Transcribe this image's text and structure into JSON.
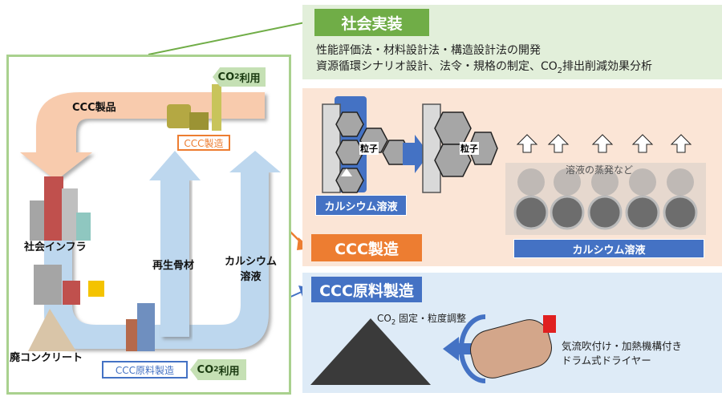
{
  "social_implementation": {
    "title": "社会実装",
    "line1": "性能評価法・材料設計法・構造設計法の開発",
    "line2_prefix": "資源循環シナリオ設計、法令・規格の制定、CO",
    "line2_sub": "2",
    "line2_suffix": "排出削減効果分析",
    "color": "#70ad47"
  },
  "cycle": {
    "ccc_product_label": "CCC製品",
    "social_infra_label": "社会インフラ",
    "waste_concrete_label": "廃コンクリート",
    "recycled_aggregate_label": "再生骨材",
    "calcium_solution_label_line1": "カルシウム",
    "calcium_solution_label_line2": "溶液",
    "ccc_manufacture_tag": "CCC製造",
    "ccc_raw_manufacture_tag": "CCC原料製造",
    "co2_use_top_prefix": "CO",
    "co2_use_top_sub": "2",
    "co2_use_top_suffix": "利用",
    "co2_use_bottom_prefix": "CO",
    "co2_use_bottom_sub": "2",
    "co2_use_bottom_suffix": "利用"
  },
  "ccc_manufacture": {
    "title": "CCC製造",
    "particle_label_1": "粒子",
    "particle_label_2": "粒子",
    "calcium_solution_left": "カルシウム溶液",
    "calcium_solution_right": "カルシウム溶液",
    "evaporation_label": "溶液の蒸発など",
    "color": "#ed7d31"
  },
  "ccc_raw_manufacture": {
    "title": "CCC原料製造",
    "process_prefix": "CO",
    "process_sub": "2",
    "process_suffix": " 固定・粒度調整",
    "dryer_line1": "気流吹付け・加熱機構付き",
    "dryer_line2": "ドラム式ドライヤー",
    "color": "#4472c4"
  }
}
